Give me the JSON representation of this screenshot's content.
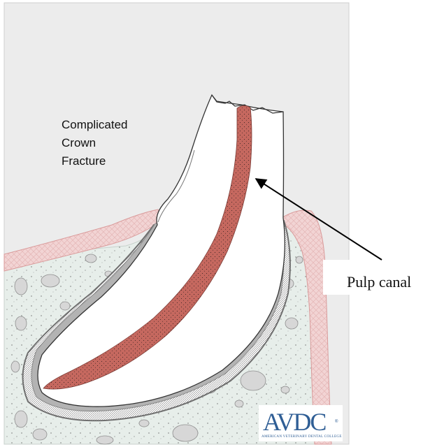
{
  "diagram": {
    "title_lines": [
      "Complicated",
      "Crown",
      "Fracture"
    ],
    "annotation": "Pulp canal",
    "logo": {
      "mark": "AVDC",
      "mark_small_a": "A",
      "mark_rest": "VDC",
      "name": "AMERICAN VETERINARY DENTAL COLLEGE",
      "trademark": "®"
    },
    "colors": {
      "panel_background": "#ececec",
      "gum": "#f2d4d4",
      "bone": "#e7eeea",
      "tooth": "#ffffff",
      "pulp": "#c5685f",
      "logo": "#2f5e95"
    }
  }
}
